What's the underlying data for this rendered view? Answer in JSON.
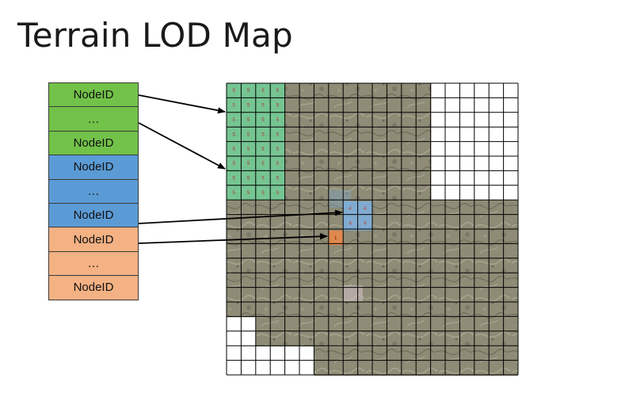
{
  "title": "Terrain LOD Map",
  "node_table": {
    "rows": [
      {
        "label": "NodeID",
        "group": "green"
      },
      {
        "label": "…",
        "group": "green"
      },
      {
        "label": "NodeID",
        "group": "green"
      },
      {
        "label": "NodeID",
        "group": "blue"
      },
      {
        "label": "…",
        "group": "blue"
      },
      {
        "label": "NodeID",
        "group": "blue"
      },
      {
        "label": "NodeID",
        "group": "orange"
      },
      {
        "label": "…",
        "group": "orange"
      },
      {
        "label": "NodeID",
        "group": "orange"
      }
    ]
  },
  "lod_map": {
    "green_label": "5",
    "blue_label": "4",
    "orange_label": "1"
  },
  "colors": {
    "green": "#72c249",
    "blue": "#5b9bd5",
    "orange": "#f4b183",
    "green_overlay": "#6fd39a",
    "blue_overlay": "#7fb0e0",
    "orange_overlay": "#e8884a",
    "terrain": "#8d8a74"
  }
}
